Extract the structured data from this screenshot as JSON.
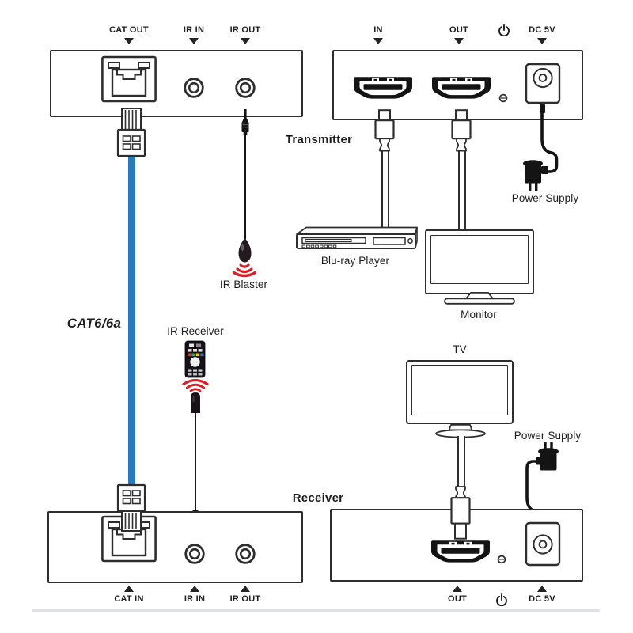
{
  "transmitter_rear": {
    "cat_out": "CAT OUT",
    "ir_in": "IR IN",
    "ir_out": "IR OUT"
  },
  "transmitter_front": {
    "hdmi_in": "IN",
    "hdmi_out": "OUT",
    "dc_5v": "DC 5V"
  },
  "receiver_rear": {
    "cat_in": "CAT IN",
    "ir_in": "IR IN",
    "ir_out": "IR OUT"
  },
  "receiver_front": {
    "hdmi_out": "OUT",
    "dc_5v": "DC 5V"
  },
  "labels": {
    "transmitter": "Transmitter",
    "receiver": "Receiver",
    "cat_cable": "CAT6/6a",
    "ir_blaster": "IR Blaster",
    "ir_receiver": "IR Receiver",
    "bluray": "Blu-ray Player",
    "monitor": "Monitor",
    "tv": "TV",
    "power_supply_top": "Power Supply",
    "power_supply_bottom": "Power Supply"
  },
  "icons": {
    "power_symbol": "standby-power",
    "arrow_down": "triangle-down",
    "arrow_up": "triangle-up"
  },
  "colors": {
    "outline": "#2e2e2e",
    "cat_cable_blue": "#2b7abc",
    "ir_signal_red": "#d92027",
    "separator": "#dde2e8"
  }
}
